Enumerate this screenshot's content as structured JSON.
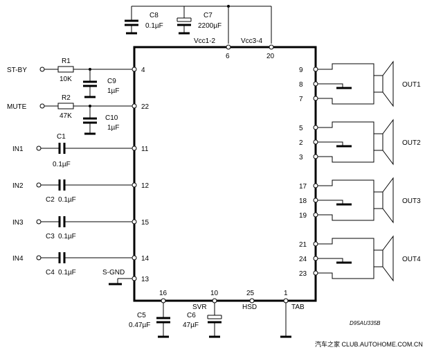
{
  "ic": {
    "top_pins": [
      {
        "num": "6",
        "label": "Vcc1-2"
      },
      {
        "num": "20",
        "label": "Vcc3-4"
      }
    ],
    "left_pins": [
      "4",
      "22",
      "11",
      "12",
      "15",
      "14",
      "13"
    ],
    "right_pins": [
      "9",
      "8",
      "7",
      "5",
      "2",
      "3",
      "17",
      "18",
      "19",
      "21",
      "24",
      "23"
    ],
    "bottom_pins": [
      {
        "num": "16",
        "label": ""
      },
      {
        "num": "10",
        "label": "SVR"
      },
      {
        "num": "25",
        "label": "HSD"
      },
      {
        "num": "1",
        "label": "TAB"
      }
    ],
    "sgnd_label": "S-GND"
  },
  "supply_caps": [
    {
      "name": "C8",
      "value": "0.1µF"
    },
    {
      "name": "C7",
      "value": "2200µF"
    }
  ],
  "control_inputs": [
    {
      "label": "ST-BY",
      "resistor": "R1",
      "r_value": "10K",
      "cap": "C9",
      "c_value": "1µF"
    },
    {
      "label": "MUTE",
      "resistor": "R2",
      "r_value": "47K",
      "cap": "C10",
      "c_value": "1µF"
    }
  ],
  "audio_inputs": [
    {
      "label": "IN1",
      "cap": "C1",
      "value": "0.1µF"
    },
    {
      "label": "IN2",
      "cap": "C2",
      "value": "0.1µF"
    },
    {
      "label": "IN3",
      "cap": "C3",
      "value": "0.1µF"
    },
    {
      "label": "IN4",
      "cap": "C4",
      "value": "0.1µF"
    }
  ],
  "bottom_caps": [
    {
      "name": "C5",
      "value": "0.47µF"
    },
    {
      "name": "C6",
      "value": "47µF"
    }
  ],
  "outputs": [
    "OUT1",
    "OUT2",
    "OUT3",
    "OUT4"
  ],
  "diagram_code": "D95AU335B",
  "watermark": "汽车之家 CLUB.AUTOHOME.COM.CN"
}
